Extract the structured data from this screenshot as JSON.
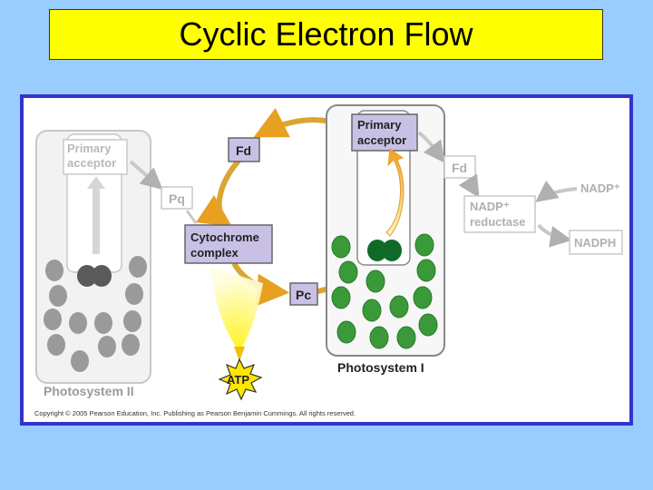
{
  "title": "Cyclic Electron Flow",
  "diagram": {
    "ps2": {
      "primary_acceptor_line1": "Primary",
      "primary_acceptor_line2": "acceptor",
      "label": "Photosystem II"
    },
    "ps1": {
      "primary_acceptor_line1": "Primary",
      "primary_acceptor_line2": "acceptor",
      "label": "Photosystem I"
    },
    "pq": "Pq",
    "fd_cycle": "Fd",
    "fd_right": "Fd",
    "cytochrome_line1": "Cytochrome",
    "cytochrome_line2": "complex",
    "pc": "Pc",
    "atp": "ATP",
    "nadp_plus": "NADP⁺",
    "nadp_reductase_line1": "NADP⁺",
    "nadp_reductase_line2": "reductase",
    "nadph": "NADPH",
    "copyright": "Copyright © 2005 Pearson Education, Inc. Publishing as Pearson Benjamin Cummings. All rights reserved."
  },
  "colors": {
    "background": "#99ccff",
    "title_bg": "#ffff00",
    "frame_border": "#3333cc",
    "active_box": "#c9c0e6",
    "chlorophyll": "#3a9a3a",
    "arrow_gold": "#f0b43c",
    "faded_gray": "#a8a8a8"
  }
}
